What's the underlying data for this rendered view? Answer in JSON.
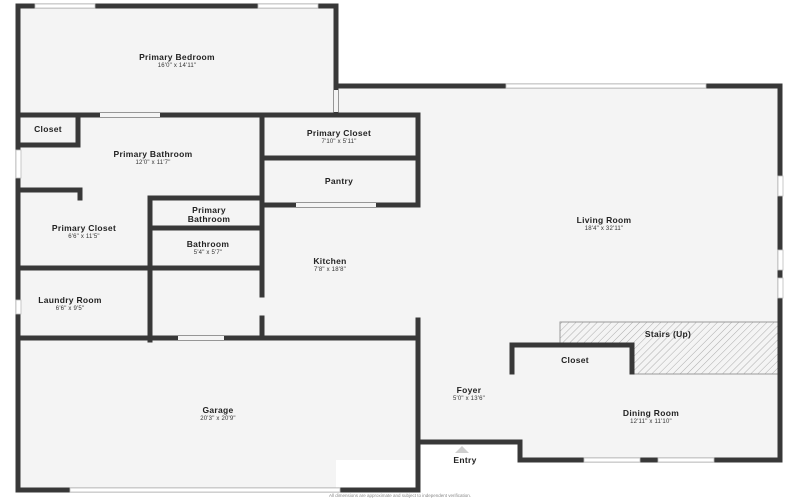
{
  "colors": {
    "wall": "#383838",
    "floor": "#f4f4f4",
    "window": "#d9d9d9",
    "stairs_hatch": "#9a9a9a",
    "background": "#ffffff"
  },
  "rooms": {
    "primary_bedroom": {
      "name": "Primary Bedroom",
      "dims": "16'0\" x 14'11\""
    },
    "closet_top": {
      "name": "Closet"
    },
    "primary_bathroom": {
      "name": "Primary Bathroom",
      "dims": "12'0\" x 11'7\""
    },
    "primary_closet_top": {
      "name": "Primary Closet",
      "dims": "7'10\" x 5'11\""
    },
    "pantry": {
      "name": "Pantry"
    },
    "primary_bathroom_small": {
      "name_line1": "Primary",
      "name_line2": "Bathroom"
    },
    "primary_closet_left": {
      "name": "Primary Closet",
      "dims": "6'6\" x 11'5\""
    },
    "bathroom": {
      "name": "Bathroom",
      "dims": "5'4\" x 5'7\""
    },
    "kitchen": {
      "name": "Kitchen",
      "dims": "7'8\" x 18'8\""
    },
    "living_room": {
      "name": "Living Room",
      "dims": "18'4\" x 32'11\""
    },
    "laundry_room": {
      "name": "Laundry Room",
      "dims": "6'6\" x 9'5\""
    },
    "stairs": {
      "name": "Stairs (Up)"
    },
    "closet_mid": {
      "name": "Closet"
    },
    "foyer": {
      "name": "Foyer",
      "dims": "5'0\" x 13'6\""
    },
    "garage": {
      "name": "Garage",
      "dims": "20'3\" x 20'9\""
    },
    "dining_room": {
      "name": "Dining Room",
      "dims": "12'11\" x 11'10\""
    }
  },
  "entry": {
    "label": "Entry",
    "icon": "entry-arrow-icon"
  },
  "footnote": "All dimensions are approximate and subject to independent verification."
}
